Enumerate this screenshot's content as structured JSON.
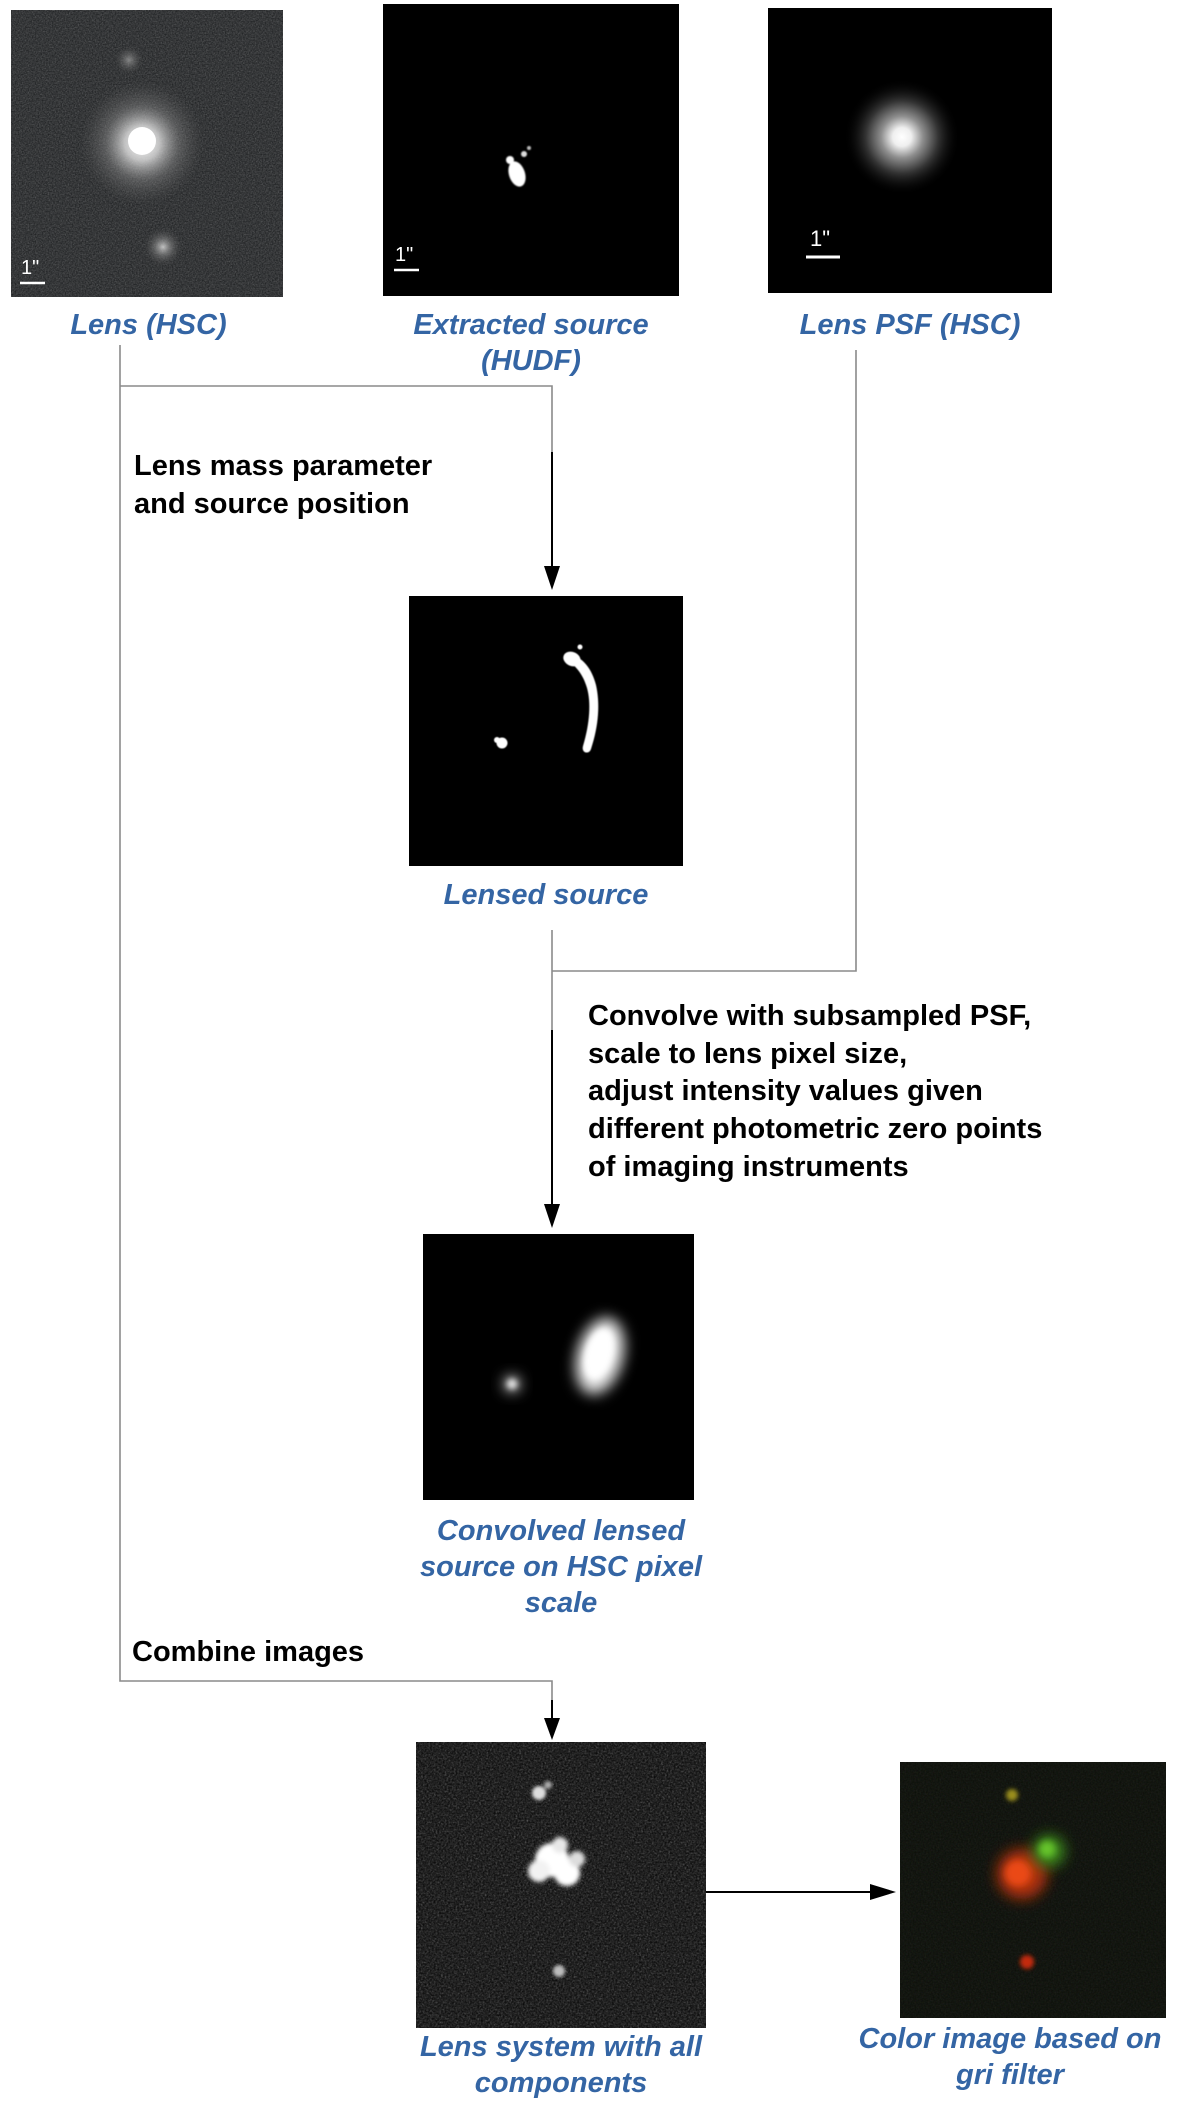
{
  "colors": {
    "caption_blue": "#3465a4",
    "process_text": "#000000",
    "connector_gray": "#8a8a8a",
    "arrow_black": "#000000"
  },
  "panels": {
    "lens_hsc": {
      "label": "Lens (HSC)",
      "scalebar": "1\""
    },
    "extracted_source": {
      "label": "Extracted source\n(HUDF)",
      "scalebar": "1\""
    },
    "lens_psf": {
      "label": "Lens PSF (HSC)",
      "scalebar": "1\""
    },
    "lensed_source": {
      "label": "Lensed source"
    },
    "convolved_source": {
      "label": "Convolved lensed\nsource on HSC pixel\nscale"
    },
    "lens_system": {
      "label": "Lens system with all\ncomponents"
    },
    "color_image": {
      "label": "Color image  based on\ngri filter"
    }
  },
  "process_labels": {
    "lens_mass": "Lens mass parameter\nand source position",
    "convolve": "Convolve with subsampled PSF,\nscale to lens pixel size,\nadjust intensity values given\ndifferent photometric zero points\nof imaging instruments",
    "combine": "Combine images"
  }
}
